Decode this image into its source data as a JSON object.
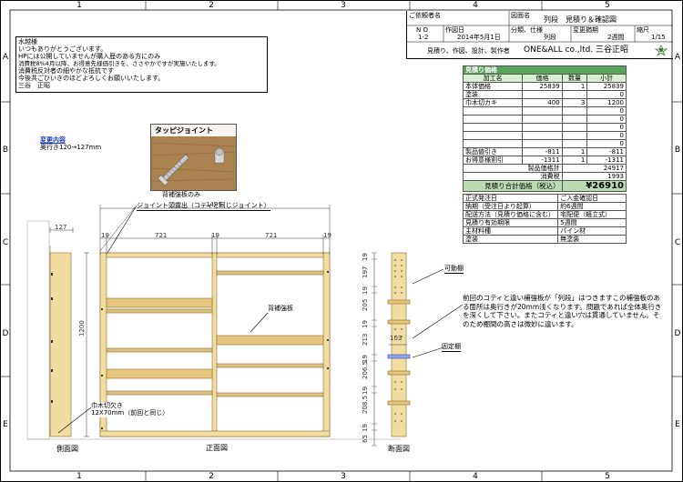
{
  "grid": {
    "cols": [
      "1",
      "2",
      "3",
      "4",
      "5"
    ],
    "rows": [
      "A",
      "B",
      "C",
      "D",
      "E"
    ]
  },
  "title_block": {
    "sub_label": "ご依頼者名",
    "drawing_label": "図面名",
    "drawing_name": "列段　見積り＆確認図",
    "no_label": "N O",
    "date_label": "作図日",
    "category_label": "分類、仕様",
    "delivery_label": "変更猶期",
    "scale_label": "縮尺",
    "no_value": "1-2",
    "date_value": "2014年5月1日",
    "category_value": "列段",
    "delivery_value": "2週間",
    "scale_value": "1/15",
    "maker_label": "見積り、作図、設計、製作者",
    "maker_value": "ONE&ALL co.,ltd.  三谷正昭"
  },
  "message": {
    "lines": [
      "水越様",
      "いつもありがとうございます。",
      "HPには公開していませんが購入歴のある方にのみ",
      "消費税8%4月以降、お得意先様価引きを、ささやかですが実施いたします。",
      "消費税反対者の細やかな抵抗です",
      "今後共ごひいきのほどよろしくお願いいたします。",
      "三谷　正昭"
    ]
  },
  "change": {
    "title": "変更内容",
    "text": "奥行き120→127mm"
  },
  "photo": {
    "title": "タッピジョイント",
    "caption": "背補強板のみ"
  },
  "estimate": {
    "title": "見積り価格",
    "headers": [
      "加工名",
      "価格",
      "数量",
      "小計"
    ],
    "rows": [
      [
        "本体価格",
        "25839",
        "1",
        "25839"
      ],
      [
        "塗装",
        "",
        "",
        "0"
      ],
      [
        "巾木切カキ",
        "400",
        "3",
        "1200"
      ],
      [
        "",
        "",
        "",
        "0"
      ],
      [
        "",
        "",
        "",
        "0"
      ],
      [
        "",
        "",
        "",
        "0"
      ],
      [
        "",
        "",
        "",
        "0"
      ],
      [
        "",
        "",
        "",
        "0"
      ],
      [
        "製品値引き",
        "-811",
        "1",
        "-811"
      ],
      [
        "お得意様割引",
        "-1311",
        "1",
        "-1311"
      ]
    ],
    "product_total_label": "製品価格計",
    "product_total": "24917",
    "tax_label": "消費税",
    "tax": "1993",
    "grand_label": "見積り合計価格（税込）",
    "grand": "¥26910",
    "info": [
      [
        "正式発注日",
        "ご入金確認日"
      ],
      [
        "納期（受注日より起算）",
        "約6週間"
      ],
      [
        "配送方法（見積り価格に含む）",
        "宅配便（軽立式）"
      ],
      [
        "見積り有効期限",
        "5週間"
      ],
      [
        "主材料種",
        "パイン材"
      ],
      [
        "塗装",
        "無塗装"
      ]
    ]
  },
  "dims": {
    "side_depth": "127",
    "total_width": "1499",
    "d19a": "19",
    "d721a": "721",
    "d19b": "19",
    "d721b": "721",
    "d19c": "19",
    "height": "1200",
    "section_vals": [
      "19",
      "197",
      "19",
      "205",
      "19",
      "213",
      "19",
      "206.5",
      "19",
      "208.5",
      "19",
      "65"
    ],
    "shelf_depth": "103"
  },
  "labels": {
    "joint": "ジョイント頭露出（コティと同じジョイント）",
    "back_board": "背補強板",
    "movable": "可動棚",
    "fixed": "固定棚",
    "habaki": "巾木切欠き",
    "habaki_sub": "12X70mm（前回と同じ）",
    "side_view": "側面図",
    "front_view": "正面図",
    "section_view": "断面図",
    "note": "前回のコティと違い補強板が「列段」はつきますこの補強板のある箇所は奥行きが20mm浅くなります。問題であれば全体奥行きを深くして下さい。またコティと違い穴は貫通していません。そのため棚間の高さは微妙に違います。"
  },
  "colors": {
    "wood": "#f2dca2",
    "estimate_header": "#5aa35a",
    "estimate_green": "#b9dcb0"
  }
}
